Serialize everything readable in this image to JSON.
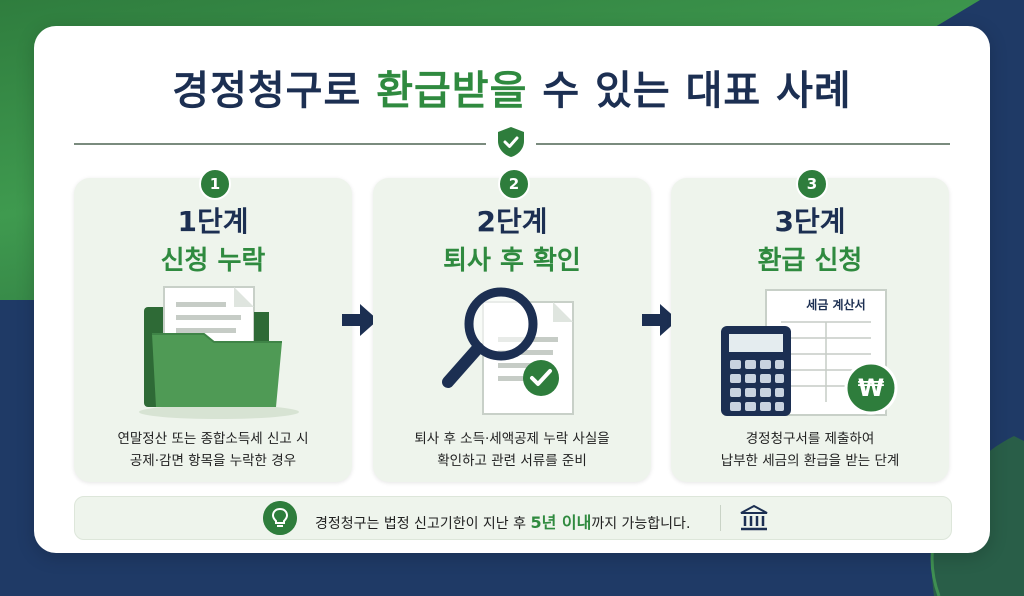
{
  "title": {
    "part1": "경정청구로 ",
    "accent": "환급받을",
    "part2": " 수 있는 대표 사례"
  },
  "steps": [
    {
      "number": "1",
      "step": "1단계",
      "subtitle": "신청 누락",
      "desc_line1": "연말정산 또는 종합소득세 신고 시",
      "desc_line2": "공제·감면 항목을 누락한 경우",
      "icon": "folder-document-icon"
    },
    {
      "number": "2",
      "step": "2단계",
      "subtitle": "퇴사 후 확인",
      "desc_line1": "퇴사 후 소득·세액공제 누락 사실을",
      "desc_line2": "확인하고 관련 서류를 준비",
      "icon": "magnifier-check-icon"
    },
    {
      "number": "3",
      "step": "3단계",
      "subtitle": "환급 신청",
      "desc_line1": "경정청구서를 제출하여",
      "desc_line2": "납부한 세금의 환급을 받는 단계",
      "icon": "calculator-won-icon",
      "doc_label": "세금 계산서",
      "coin_symbol": "₩"
    }
  ],
  "note": {
    "text_before": "경정청구는 법정 신고기한이 지난 후 ",
    "highlight": "5년 이내",
    "text_after": "까지 가능합니다."
  },
  "colors": {
    "navy": "#1c2f52",
    "green": "#2f8a3f",
    "panel": "#eef4ec"
  }
}
